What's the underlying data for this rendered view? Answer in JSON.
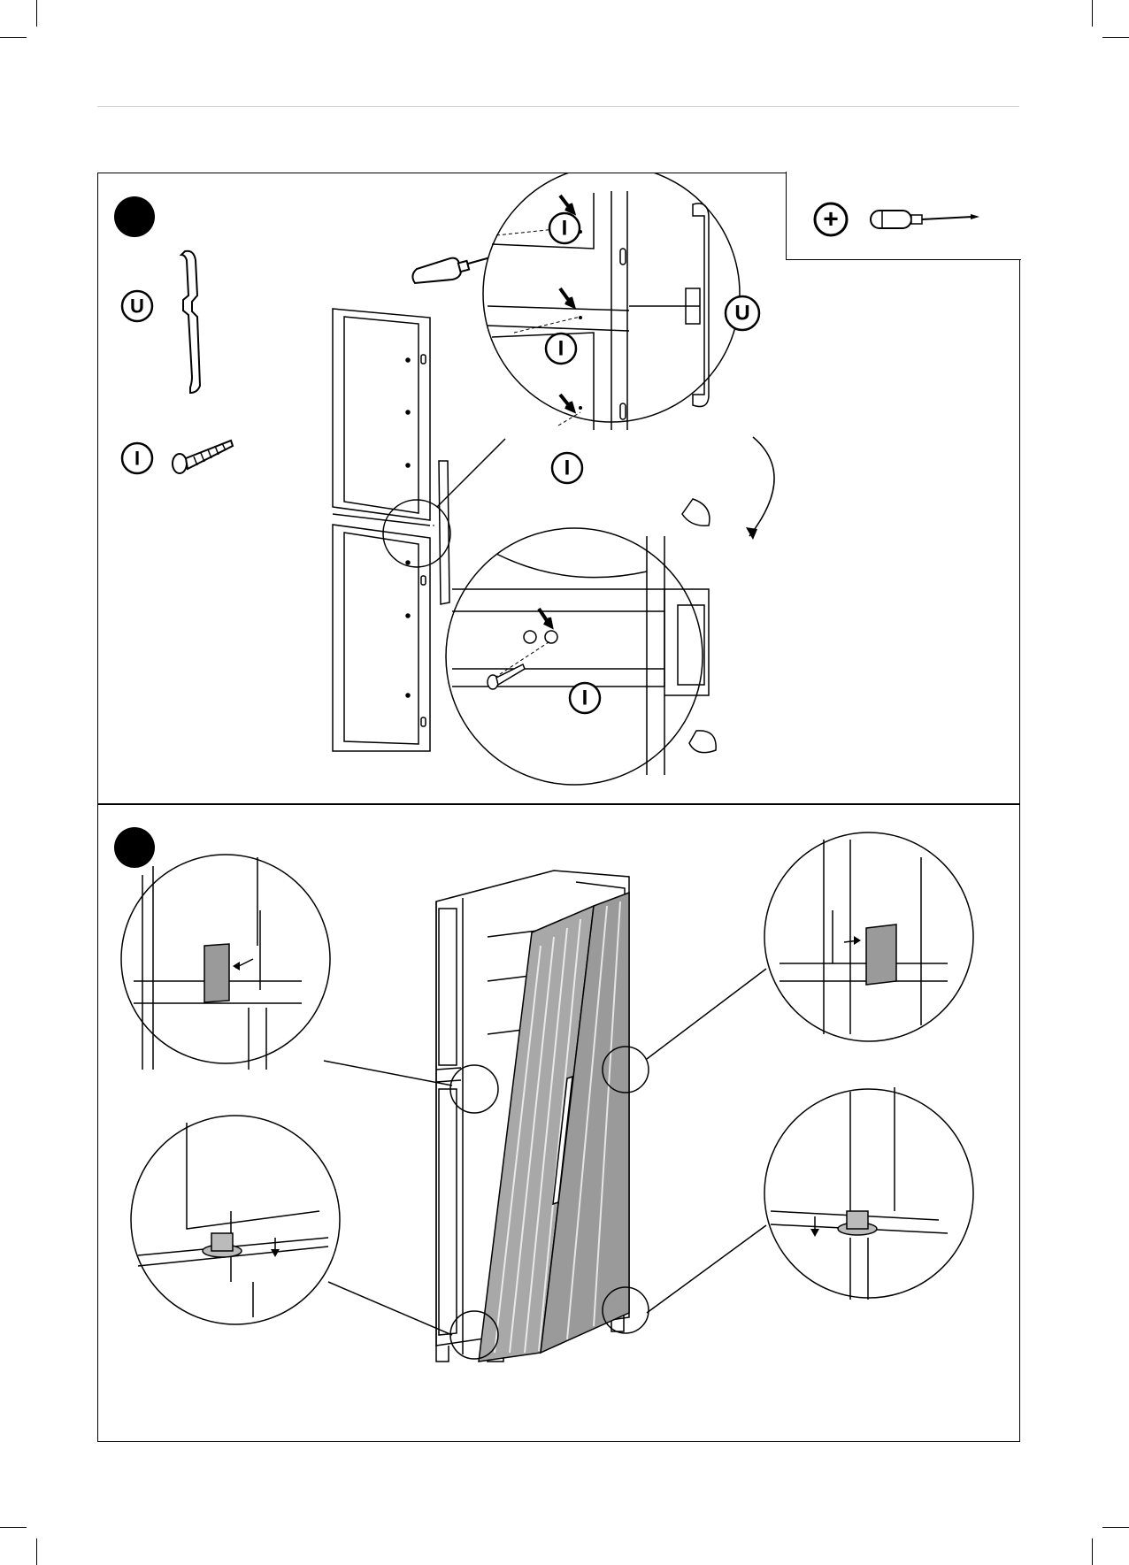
{
  "steps": [
    {
      "parts": [
        {
          "label": "U"
        },
        {
          "label": "I"
        }
      ],
      "callouts": [
        "I",
        "I",
        "I",
        "U",
        "I"
      ]
    },
    {}
  ],
  "tool_box": {
    "symbol": "+",
    "tool": "screwdriver-icon"
  },
  "colors": {
    "ink": "#000000",
    "fill_gray": "#9a9a9a",
    "door_gray": "#a8a8a8"
  }
}
